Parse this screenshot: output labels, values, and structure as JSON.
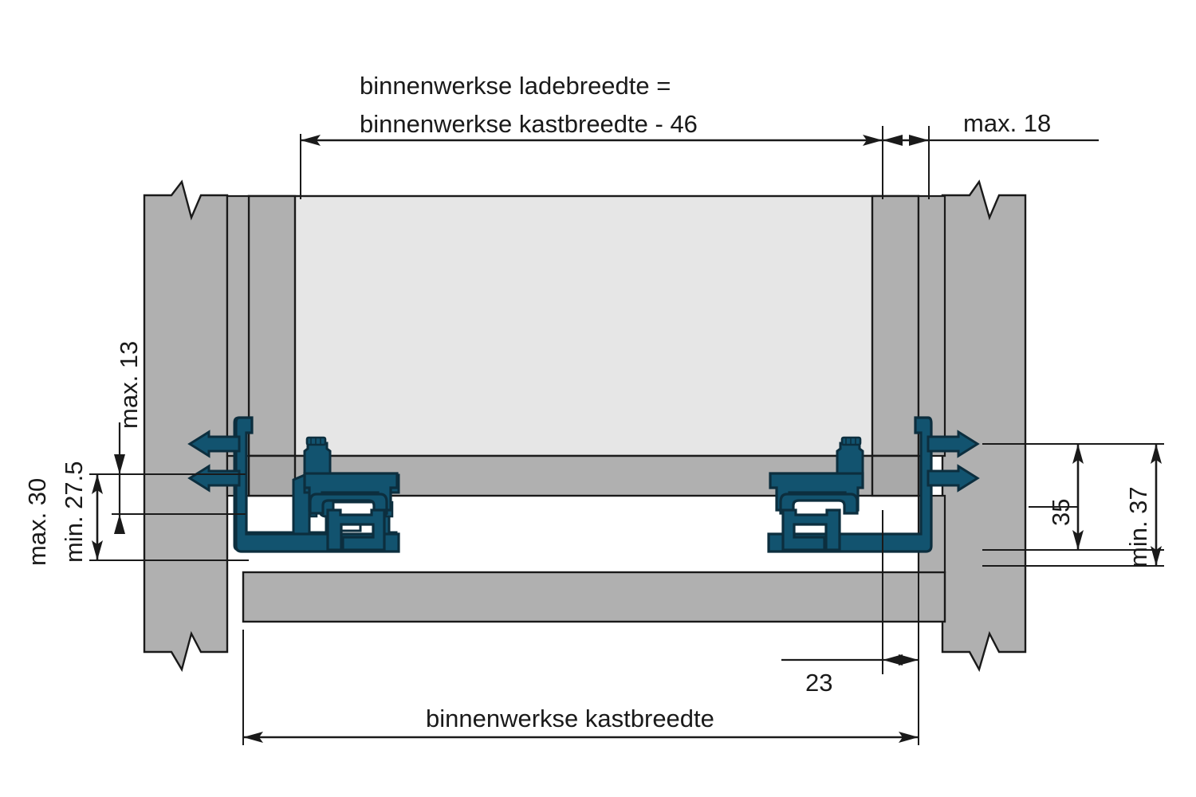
{
  "drawing": {
    "title": "drawer-slide-cross-section",
    "type": "technical-cross-section",
    "language": "nl"
  },
  "colors": {
    "line": "#1a1a1a",
    "panel_grey": "#b0b0b0",
    "panel_grey_dark": "#a8a8a8",
    "drawer_interior": "#e4e4e4",
    "slide_blue": "#12536f",
    "slide_blue_dark": "#0d3f55",
    "white": "#ffffff"
  },
  "dimensions": {
    "top_main_line1": "binnenwerkse ladebreedte =",
    "top_main_line2": "binnenwerkse kastbreedte - 46",
    "top_right": "max. 18",
    "left_outer": "max. 30",
    "left_inner": "min. 27.5",
    "left_small": "max. 13",
    "right_inner": "35",
    "right_outer": "min. 37",
    "bottom_small": "23",
    "bottom_main": "binnenwerkse kastbreedte"
  },
  "parts": {
    "cabinet_side_left": "cabinet-side-panel-left",
    "cabinet_side_right": "cabinet-side-panel-right",
    "drawer_side_left": "drawer-side-panel-left",
    "drawer_side_right": "drawer-side-panel-right",
    "drawer_bottom": "drawer-bottom-panel",
    "slide_profile_left": "drawer-slide-profile-left",
    "slide_profile_right": "drawer-slide-profile-right",
    "mounting_screw_left": "mounting-screw-left",
    "mounting_screw_right": "mounting-screw-right",
    "locking_device_left": "locking-device-left",
    "locking_device_right": "locking-device-right",
    "break_line_top_left": "break-line-symbol",
    "break_line_bottom_left": "break-line-symbol",
    "break_line_top_right": "break-line-symbol",
    "break_line_bottom_right": "break-line-symbol"
  }
}
